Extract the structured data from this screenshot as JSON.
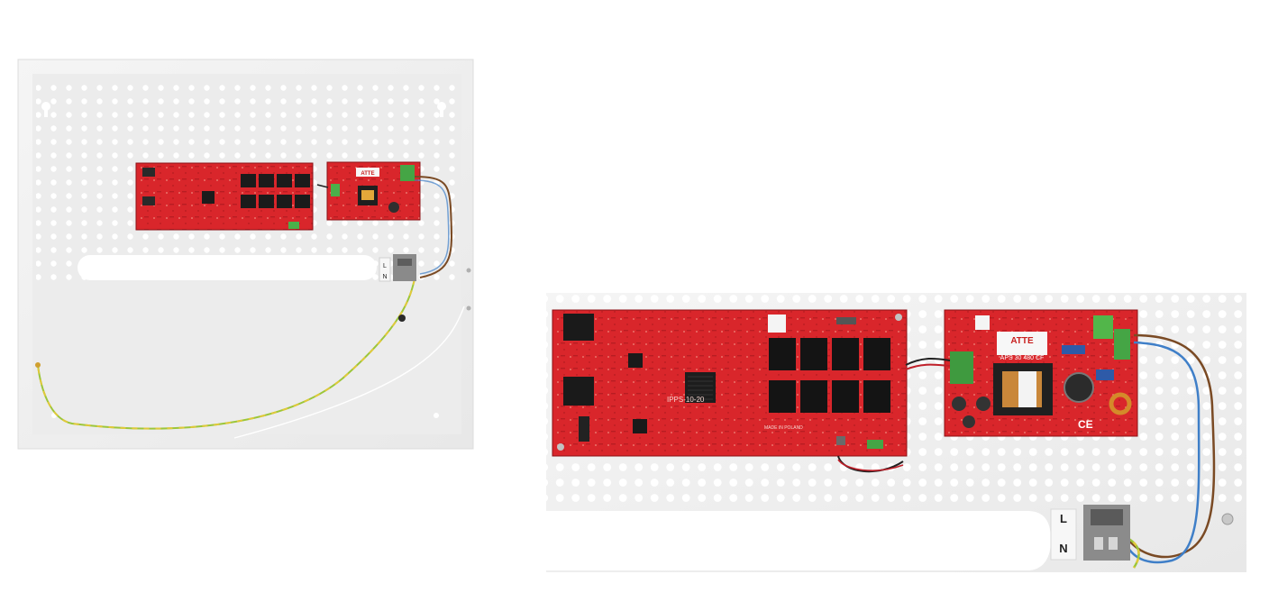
{
  "left_panel": {
    "psu_brand": "ATTE",
    "terminal_labels": [
      "L",
      "N"
    ]
  },
  "right_panel": {
    "switch_board_model": "IPPS-10-20",
    "switch_board_origin": "MADE IN POLAND",
    "psu_brand": "ATTE",
    "psu_model": "APS 30 480 CF",
    "psu_marks": "CE",
    "terminal_labels": [
      "L",
      "N"
    ]
  },
  "colors": {
    "pcb_red": "#d9262b",
    "panel_white": "#f2f2f2",
    "wire_brown": "#7a4a24",
    "wire_blue": "#3f7fc8",
    "wire_earth_green": "#9cc63a",
    "wire_earth_yellow": "#e0c93b"
  }
}
